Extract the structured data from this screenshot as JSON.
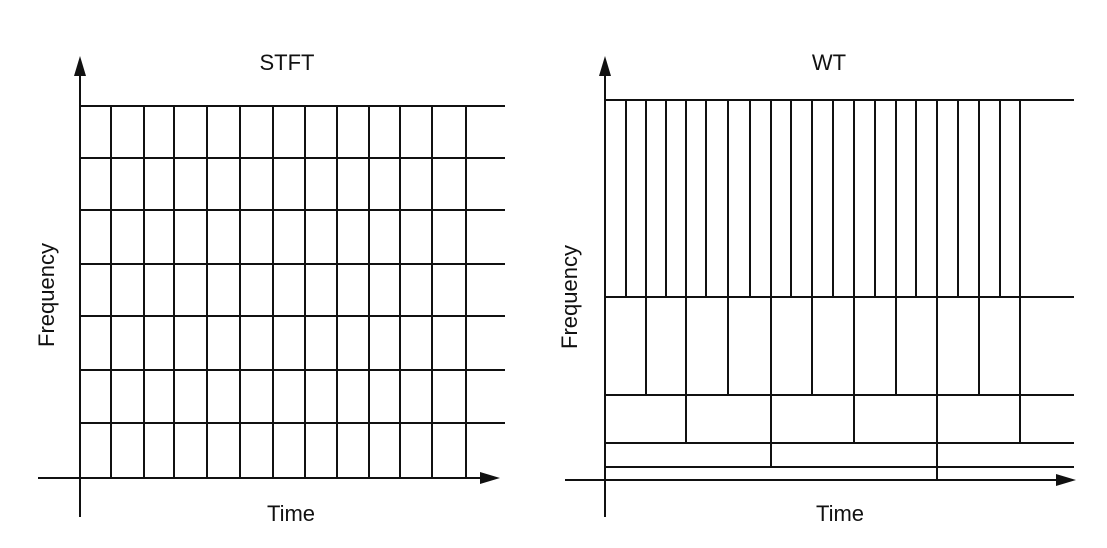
{
  "stft": {
    "title": "STFT",
    "xlabel": "Time",
    "ylabel": "Frequency"
  },
  "wt": {
    "title": "WT",
    "xlabel": "Time",
    "ylabel": "Frequency"
  },
  "colors": {
    "line": "#111111",
    "background": "#ffffff"
  }
}
